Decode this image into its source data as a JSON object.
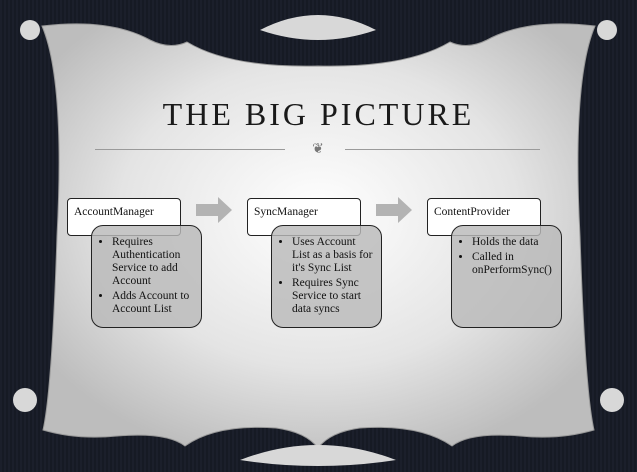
{
  "slide": {
    "title": "THE BIG PICTURE",
    "ornament": "❦",
    "steps": [
      {
        "name": "AccountManager",
        "bullets": [
          "Requires Authentication Service to add Account",
          "Adds Account to Account List"
        ]
      },
      {
        "name": "SyncManager",
        "bullets": [
          "Uses Account List as a basis for it's Sync List",
          "Requires Sync Service to start data syncs"
        ]
      },
      {
        "name": "ContentProvider",
        "bullets": [
          "Holds the data",
          "Called in onPerformSync()"
        ]
      }
    ]
  },
  "colors": {
    "background": "#1b1f2b",
    "panel": "#e6e6e6",
    "arrow": "#b3b3b3",
    "detail_box": "#b9b9b9"
  }
}
